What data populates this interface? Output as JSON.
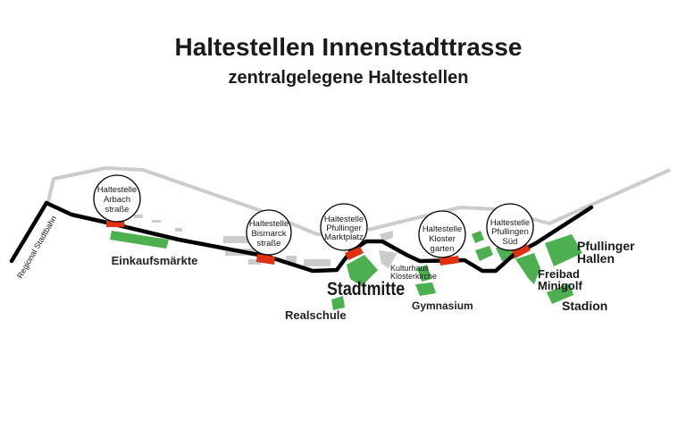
{
  "title": "Haltestellen Innenstadttrasse",
  "subtitle": "zentralgelegene Haltestellen",
  "track_label": "Regional Stadtbahn",
  "colors": {
    "track": "#000000",
    "road": "#cccccc",
    "stop": "#e03010",
    "landmark": "#4caf50"
  },
  "stations": [
    {
      "lines": [
        "Haltestelle",
        "Arbach",
        "straße"
      ]
    },
    {
      "lines": [
        "Haltestelle",
        "Bismarck",
        "straße"
      ]
    },
    {
      "lines": [
        "Haltestelle",
        "Pfullinger",
        "Marktplatz"
      ]
    },
    {
      "lines": [
        "Haltestelle",
        "Kloster",
        "garten"
      ]
    },
    {
      "lines": [
        "Haltestelle",
        "Pfullingen",
        "Süd"
      ]
    }
  ],
  "landmarks": {
    "einkauf": "Einkaufsmärkte",
    "stadtmitte": "Stadtmitte",
    "realschule": "Realschule",
    "kulturhaus": "Kulturhaus",
    "klosterkirche": "Klosterkirche",
    "gymnasium": "Gymnasium",
    "hallen1": "Pfullinger",
    "hallen2": "Hallen",
    "freibad": "Freibad",
    "minigolf": "Minigolf",
    "stadion": "Stadion"
  }
}
